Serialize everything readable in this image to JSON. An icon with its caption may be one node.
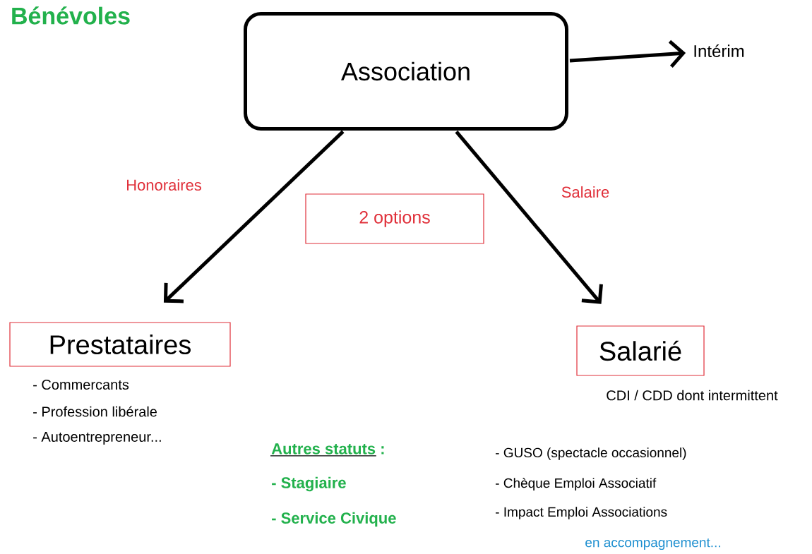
{
  "diagram": {
    "nodes": [
      {
        "text": [
          "Association"
        ]
      },
      {
        "text": [
          "Intérim"
        ]
      },
      {
        "text": [
          "Prestataires"
        ],
        "beside": [
          "- Commercants",
          "- Profession libérale",
          "- Autoentrepreneur..."
        ]
      },
      {
        "text": [
          "Salarié"
        ],
        "beside": [
          "CDI / CDD dont intermittent"
        ]
      },
      {
        "text": [
          "2 options"
        ]
      }
    ],
    "edges": [
      {
        "from": 0,
        "to": 1,
        "arrow": "to"
      },
      {
        "from": 0,
        "to": 2,
        "arrow": "to",
        "label": "Honoraires"
      },
      {
        "from": 0,
        "to": 3,
        "arrow": "to",
        "label": "Salaire"
      }
    ],
    "labels": [
      "Bénévoles",
      "Autres statuts :",
      "- Stagiaire",
      "- Service Civique",
      "- GUSO (spectacle occasionnel)",
      "- Chèque Emploi Associatif",
      "- Impact Emploi Associations",
      "en accompagnement..."
    ]
  }
}
